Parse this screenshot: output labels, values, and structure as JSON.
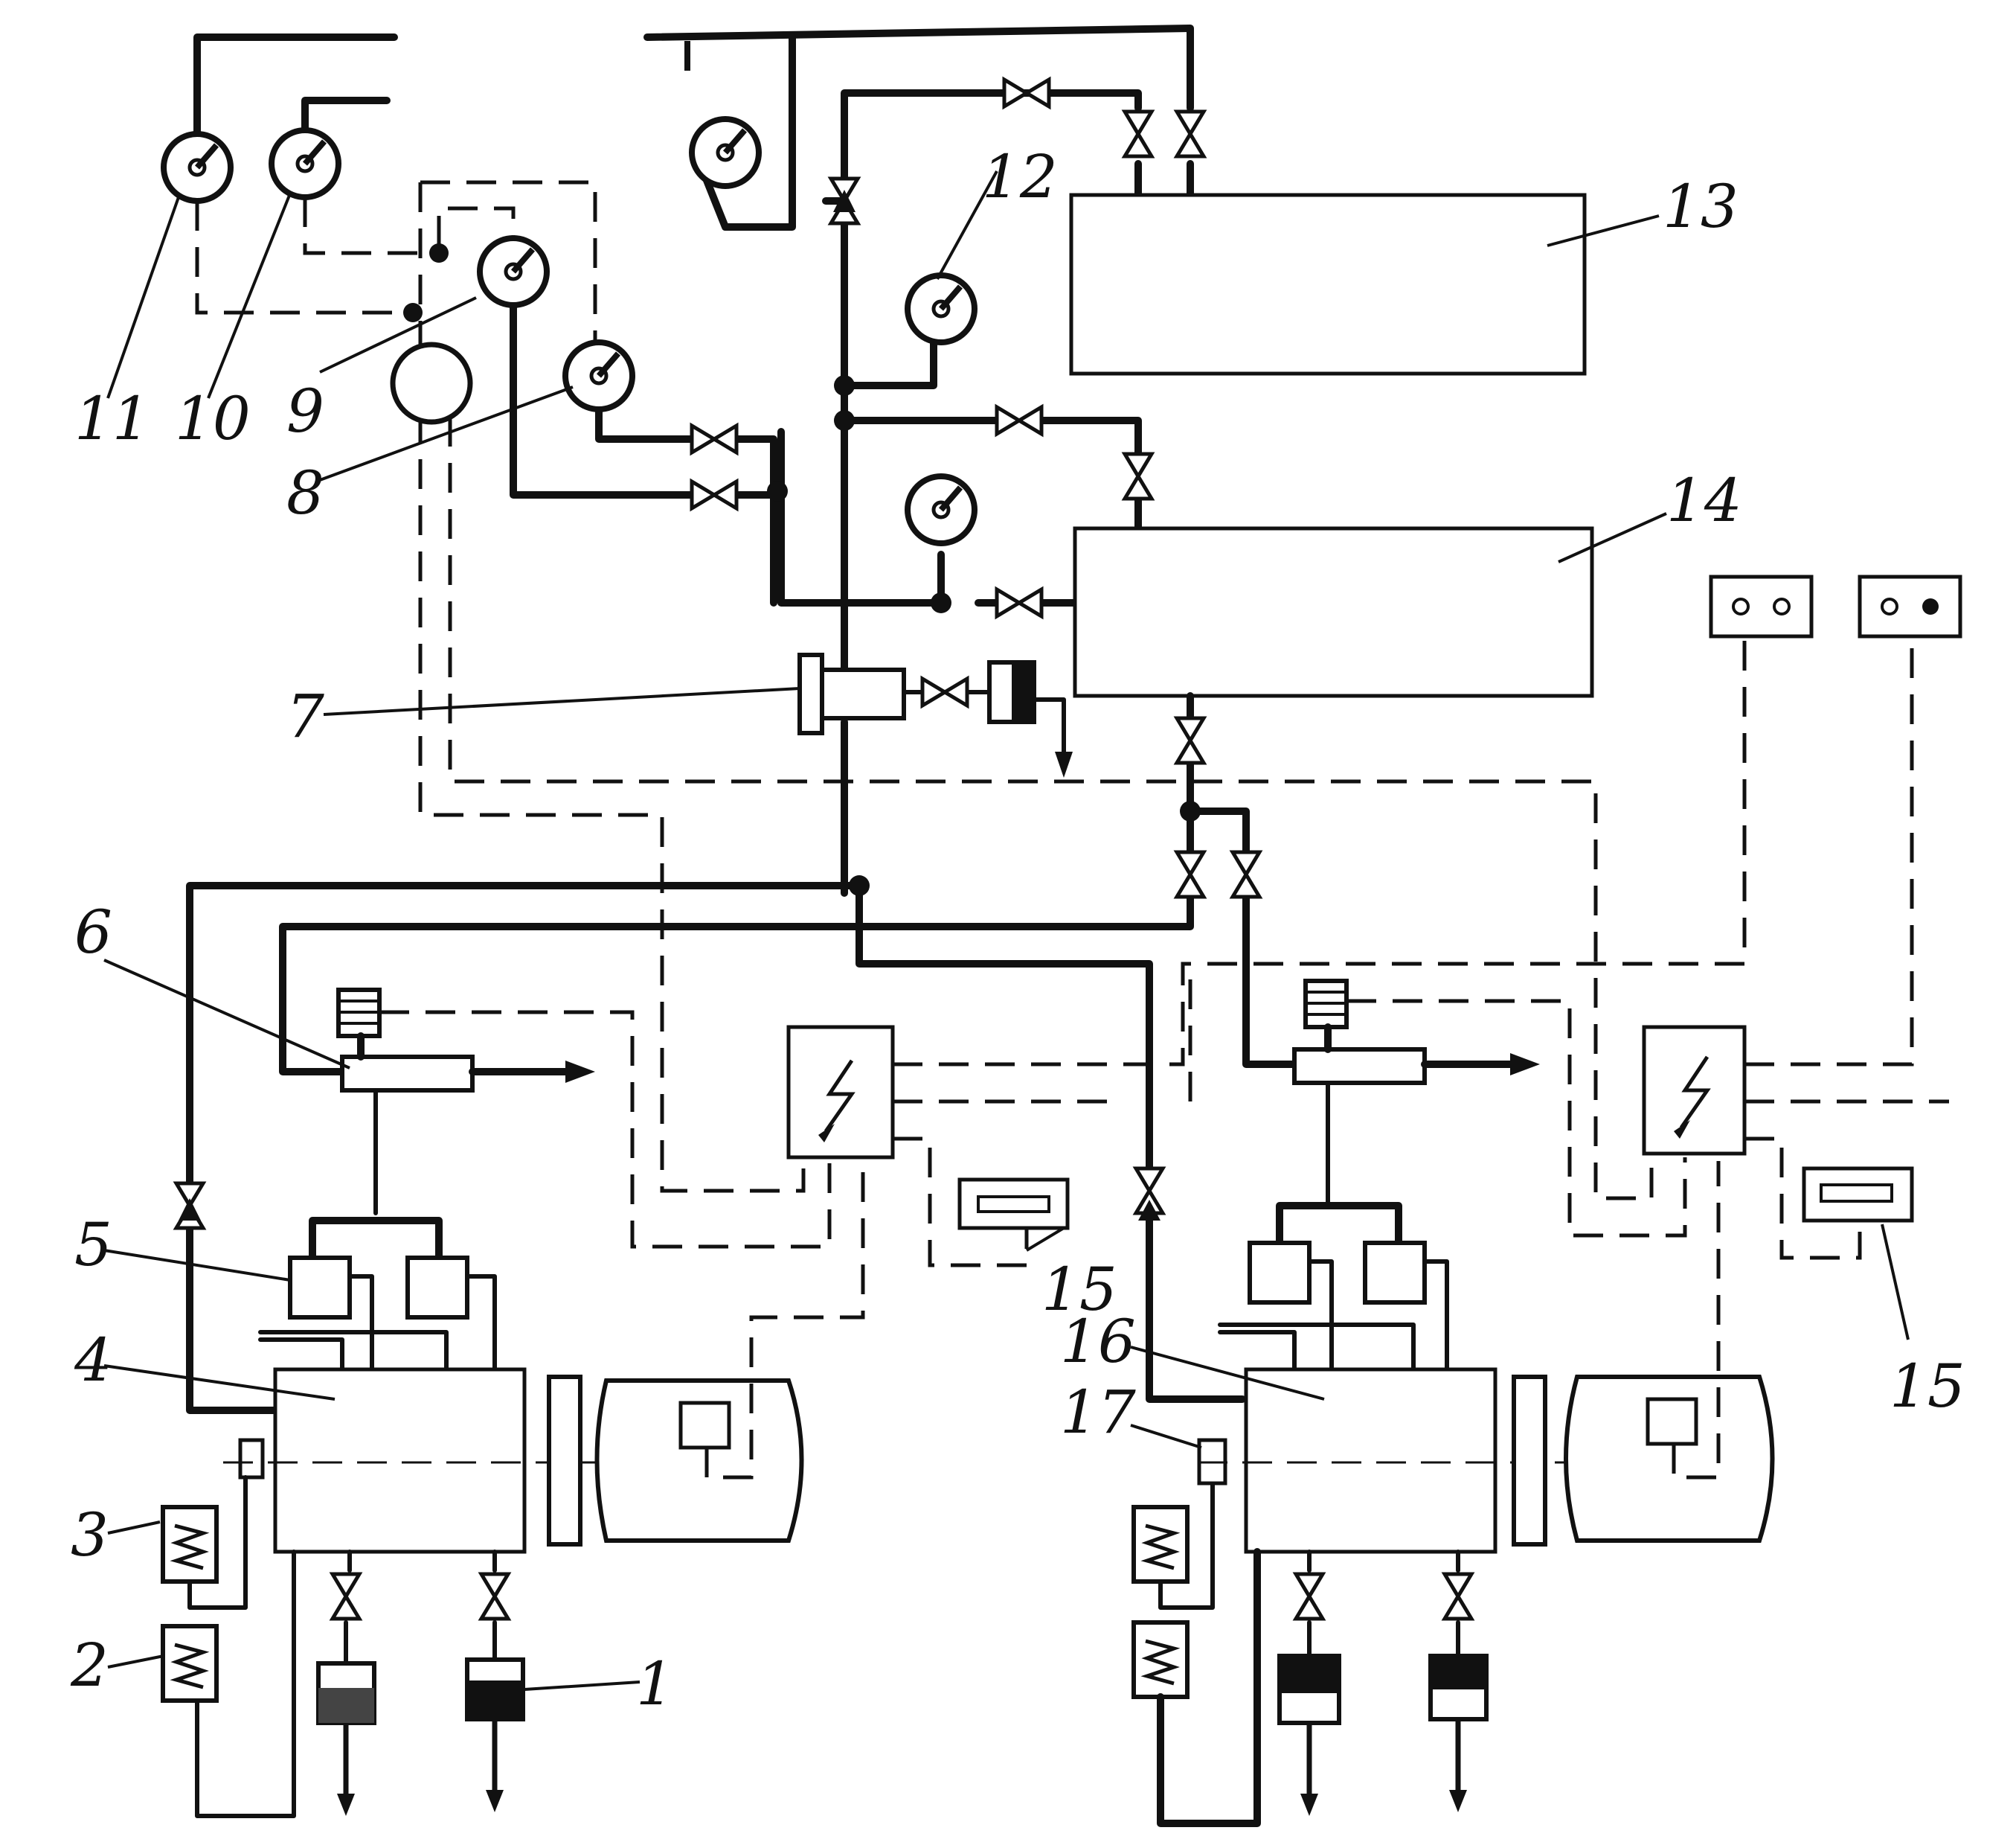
{
  "labels": {
    "l1": "1",
    "l2": "2",
    "l3": "3",
    "l4": "4",
    "l5": "5",
    "l6": "6",
    "l7": "7",
    "l8": "8",
    "l9": "9",
    "l10": "10",
    "l11": "11",
    "l12": "12",
    "l13": "13",
    "l14": "14",
    "l15a": "15",
    "l15b": "15",
    "l16": "16",
    "l17": "17"
  },
  "colors": {
    "ink": "#111111",
    "paper": "#ffffff"
  },
  "icons": {
    "gauge": "pressure-gauge-icon",
    "valve": "gate-valve-icon",
    "heater": "heater-icon",
    "control": "control-panel-icon",
    "meter": "indicator-meter-icon"
  }
}
